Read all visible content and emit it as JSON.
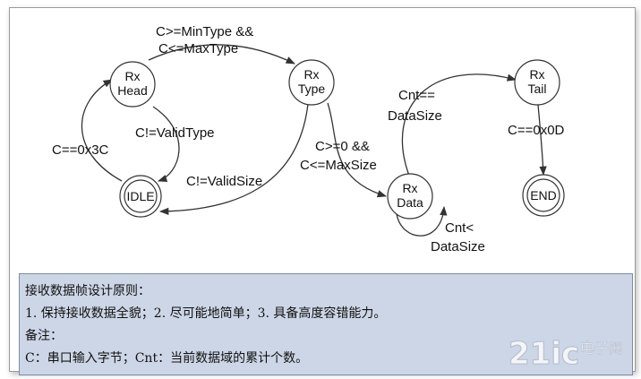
{
  "states": {
    "rx_head": {
      "line1": "Rx",
      "line2": "Head"
    },
    "rx_type": {
      "line1": "Rx",
      "line2": "Type"
    },
    "rx_data": {
      "line1": "Rx",
      "line2": "Data"
    },
    "rx_tail": {
      "line1": "Rx",
      "line2": "Tail"
    },
    "idle": {
      "label": "IDLE"
    },
    "end": {
      "label": "END"
    }
  },
  "transitions": {
    "head_to_type": {
      "line1": "C>=MinType &&",
      "line2": "C<=MaxType"
    },
    "head_invalid_type": "C!=ValidType",
    "idle_to_head": "C==0x3C",
    "type_invalid_size": "C!=ValidSize",
    "type_to_data": {
      "line1": "C>=0 &&",
      "line2": "C<=MaxSize"
    },
    "data_to_tail": {
      "line1": "Cnt==",
      "line2": "DataSize"
    },
    "data_self_loop": {
      "line1": "Cnt<",
      "line2": "DataSize"
    },
    "tail_to_end": "C==0x0D"
  },
  "notes": {
    "line1": "接收数据帧设计原则：",
    "line2": "1. 保持接收数据全貌；2. 尽可能地简单；3. 具备高度容错能力。",
    "line3": "备注：",
    "line4": "C：串口输入字节；Cnt：当前数据域的累计个数。"
  },
  "watermark": {
    "brand": "21ic",
    "cn": "电子网"
  },
  "colors": {
    "notes_bg": "#cdd6e6",
    "stroke": "#333333",
    "node_fill": "#ffffff"
  }
}
